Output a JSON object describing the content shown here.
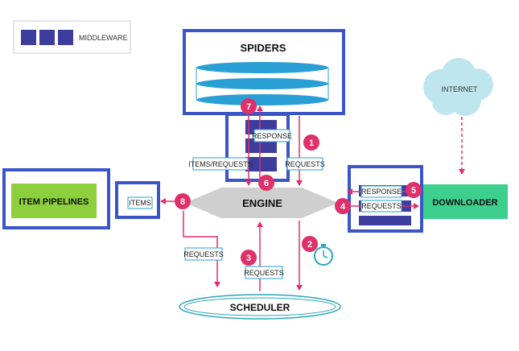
{
  "legend": {
    "label": "MIDDLEWARE"
  },
  "components": {
    "spiders": "SPIDERS",
    "engine": "ENGINE",
    "scheduler": "SCHEDULER",
    "downloader": "DOWNLOADER",
    "item_pipelines": "ITEM PIPELINES",
    "internet": "INTERNET"
  },
  "labels": {
    "response_spider": "RESPONSE",
    "items_requests": "ITEMS/REQUESTS",
    "requests_spider": "REQUESTS",
    "response_downloader": "RESPONSE",
    "requests_downloader": "REQUESTS",
    "items": "ITEMS",
    "requests_left": "REQUESTS",
    "requests_scheduler": "REQUESTS"
  },
  "steps": [
    "1",
    "2",
    "3",
    "4",
    "5",
    "6",
    "7",
    "8"
  ],
  "colors": {
    "highlight_border": "#3a55c8",
    "middleware": "#3d3d9e",
    "disk": "#2a9fd6",
    "arrow": "#e0306a",
    "badge": "#e0306a",
    "engine": "#cfcfcf",
    "downloader": "#3dcf8e",
    "item_pipelines": "#8dcf3d",
    "internet": "#bfe6ef",
    "scheduler": "#2aa6b8",
    "timer": "#2aa6b8"
  }
}
